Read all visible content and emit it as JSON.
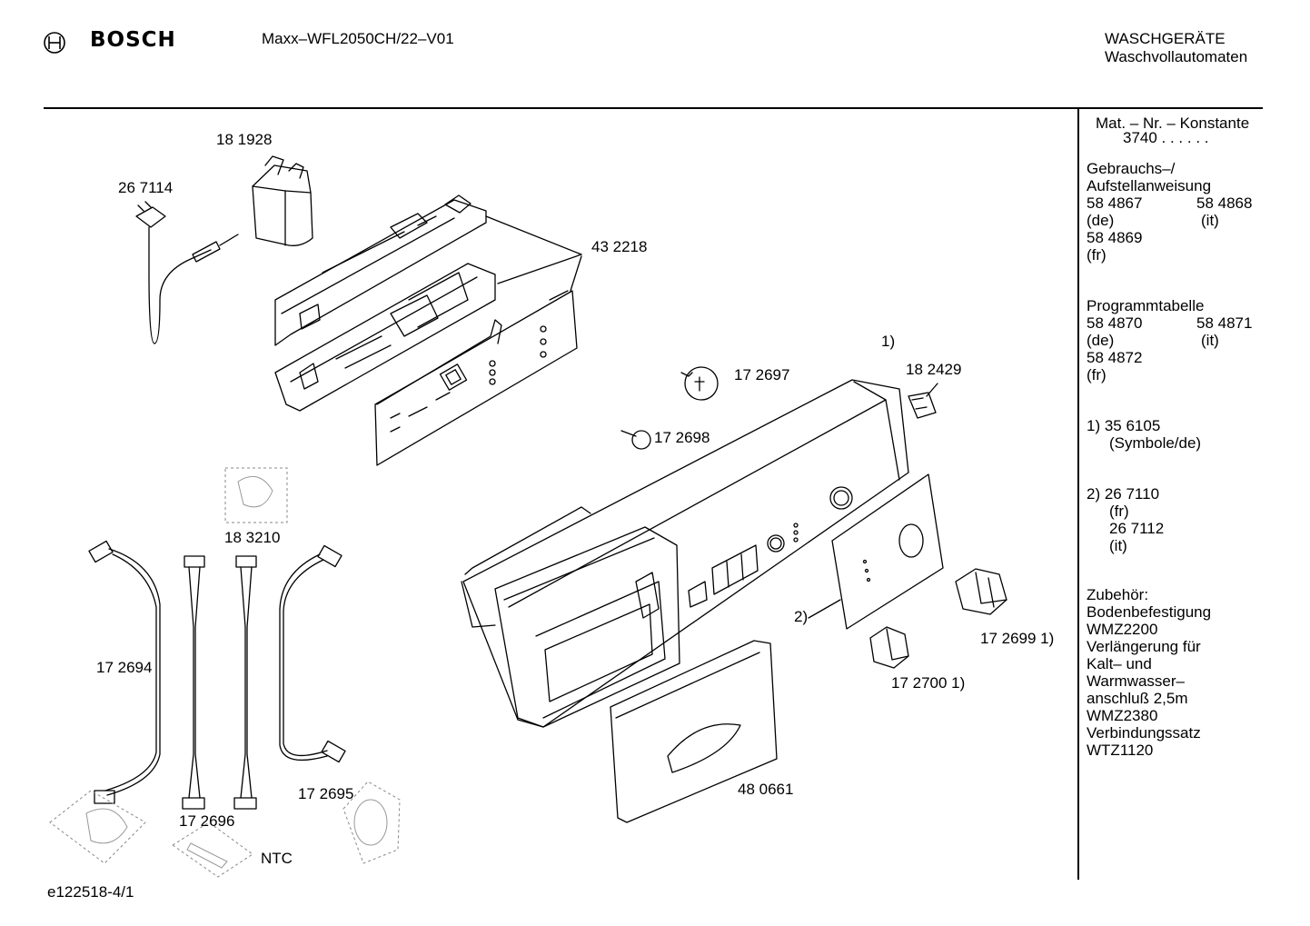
{
  "header": {
    "logo_icon": "bosch-armature-icon",
    "brand": "BOSCH",
    "model": "Maxx–WFL2050CH/22–V01",
    "category": "WASCHGERÄTE",
    "subcategory": "Waschvollautomaten"
  },
  "sidebar": {
    "mat_title": "Mat. – Nr. – Konstante",
    "mat_value": "3740  .  .    .  .  .  .",
    "manual": {
      "title1": "Gebrauchs–/",
      "title2": "Aufstellanweisung",
      "a": "58 4867",
      "b": "58 4868",
      "a_lang": "(de)",
      "b_lang": "(it)",
      "c": "58 4869",
      "c_lang": "(fr)"
    },
    "program": {
      "title": "Programmtabelle",
      "a": "58 4870",
      "b": "58 4871",
      "a_lang": "(de)",
      "b_lang": "(it)",
      "c": "58 4872",
      "c_lang": "(fr)"
    },
    "note1": {
      "num": "1)  35 6105",
      "text": "(Symbole/de)"
    },
    "note2": {
      "num": "2)  26 7110",
      "l1": "(fr)",
      "l2": "26 7112",
      "l3": "(it)"
    },
    "accessories": [
      "Zubehör:",
      "Bodenbefestigung",
      "WMZ2200",
      "Verlängerung für",
      "Kalt– und",
      "Warmwasser–",
      "anschluß 2,5m",
      "WMZ2380",
      "Verbindungssatz",
      "WTZ1120"
    ]
  },
  "parts": {
    "p181928": "18 1928",
    "p267114": "26 7114",
    "p432218": "43 2218",
    "p172697": "17 2697",
    "p182429": "18 2429",
    "p172698": "17 2698",
    "p183210": "18 3210",
    "p172694": "17 2694",
    "p172695": "17 2695",
    "p172696": "17 2696",
    "ntc": "NTC",
    "p480661": "48 0661",
    "p172700": "17 2700 1)",
    "p172699": "17 2699 1)",
    "ref1": "1)",
    "ref2": "2)"
  },
  "footer": {
    "drawing_id": "e122518-4/1"
  }
}
